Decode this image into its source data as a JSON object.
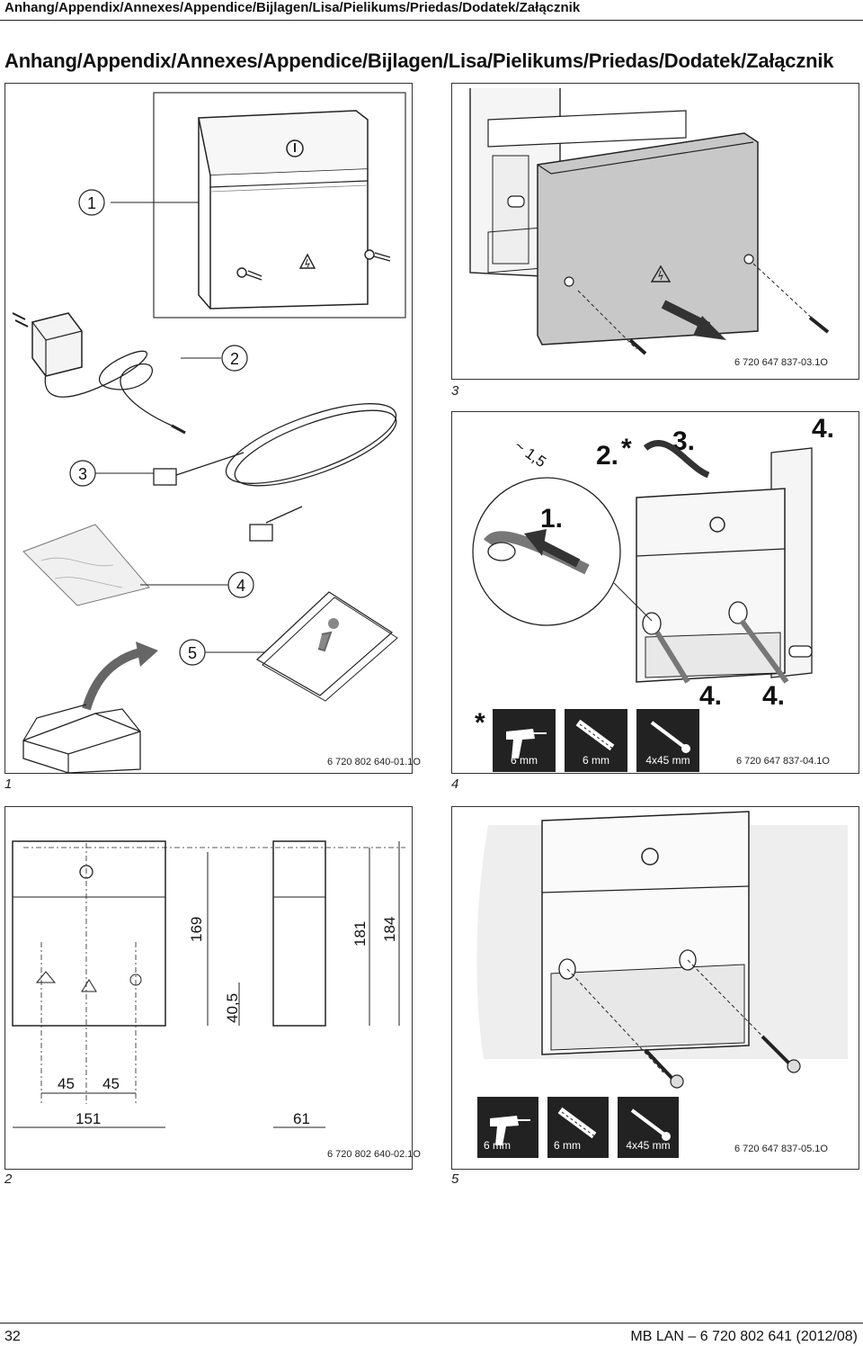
{
  "header": {
    "running_title": "Anhang/Appendix/Annexes/Appendice/Bijlagen/Lisa/Pielikums/Priedas/Dodatek/Załącznik"
  },
  "page_title": "Anhang/Appendix/Annexes/Appendice/Bijlagen/Lisa/Pielikums/Priedas/Dodatek/Załącznik",
  "figures": {
    "fig1": {
      "number": "1",
      "code": "6 720 802 640-01.1O",
      "callouts": [
        "1",
        "2",
        "3",
        "4",
        "5"
      ]
    },
    "fig2": {
      "number": "2",
      "code": "6 720 802 640-02.1O",
      "dims": {
        "d169": "169",
        "d40_5": "40,5",
        "d181": "181",
        "d184": "184",
        "d45a": "45",
        "d45b": "45",
        "d151": "151",
        "d61": "61"
      }
    },
    "fig3": {
      "number": "3",
      "code": "6 720 647 837-03.1O"
    },
    "fig4": {
      "number": "4",
      "code": "6 720 647 837-04.1O",
      "steps": {
        "s1": "1.",
        "s2": "2.",
        "s2_star": "*",
        "s3": "3.",
        "s4a": "4.",
        "s4b": "4.",
        "s4c": "4.",
        "approx": "~ 1,5"
      },
      "star": "*",
      "tools": [
        "6 mm",
        "6 mm",
        "4x45 mm"
      ]
    },
    "fig5": {
      "number": "5",
      "code": "6 720 647 837-05.1O",
      "tools": [
        "6 mm",
        "6 mm",
        "4x45 mm"
      ]
    }
  },
  "icons": [
    "warning-triangle-icon",
    "info-icon",
    "drill-icon",
    "wall-plug-icon",
    "screw-icon",
    "arrow-icon"
  ],
  "footer": {
    "page_number": "32",
    "doc_ref": "MB LAN – 6 720 802 641 (2012/08)"
  }
}
